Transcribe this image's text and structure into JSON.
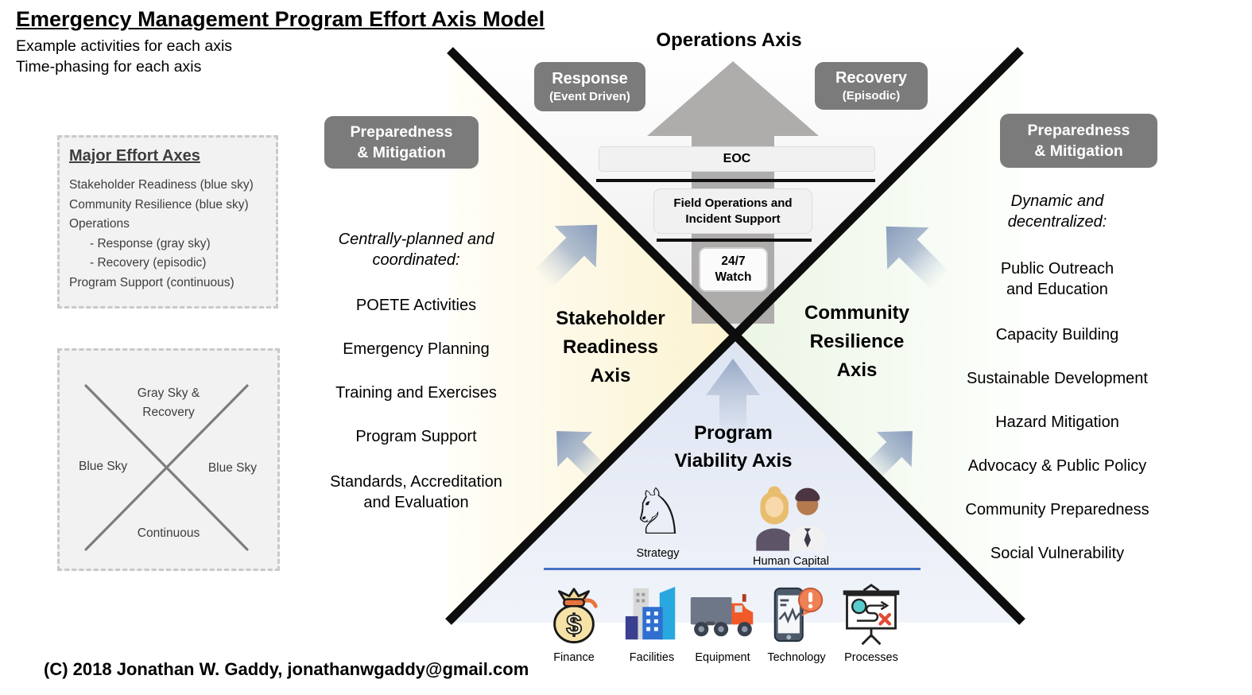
{
  "header": {
    "title": "Emergency Management Program Effort Axis Model",
    "subtitles": [
      "Example activities for each axis",
      "Time-phasing for each axis"
    ]
  },
  "major_effort_axes": {
    "title": "Major Effort Axes",
    "items": [
      "Stakeholder Readiness (blue sky)",
      "Community Resilience (blue sky)",
      "Operations",
      "- Response (gray sky)",
      "- Recovery (episodic)",
      "Program Support (continuous)"
    ]
  },
  "time_phasing": {
    "top": [
      "Gray Sky &",
      "Recovery"
    ],
    "left": "Blue Sky",
    "right": "Blue Sky",
    "bottom": "Continuous"
  },
  "operations_axis": {
    "title": "Operations Axis",
    "response_badge": {
      "title": "Response",
      "subtitle": "(Event Driven)"
    },
    "recovery_badge": {
      "title": "Recovery",
      "subtitle": "(Episodic)"
    },
    "eoc": "EOC",
    "field_operations": "Field Operations and Incident Support",
    "watch": [
      "24/7",
      "Watch"
    ]
  },
  "stakeholder_readiness_axis": {
    "badge": [
      "Preparedness",
      "& Mitigation"
    ],
    "label": [
      "Stakeholder",
      "Readiness",
      "Axis"
    ],
    "intro": "Centrally-planned and coordinated:",
    "activities": [
      "POETE Activities",
      "Emergency Planning",
      "Training and Exercises",
      "Program Support",
      "Standards, Accreditation and Evaluation"
    ]
  },
  "community_resilience_axis": {
    "badge": [
      "Preparedness",
      "& Mitigation"
    ],
    "label": [
      "Community",
      "Resilience",
      "Axis"
    ],
    "intro": "Dynamic and decentralized:",
    "activities": [
      "Public Outreach and Education",
      "Capacity Building",
      "Sustainable Development",
      "Hazard Mitigation",
      "Advocacy & Public Policy",
      "Community Preparedness",
      "Social Vulnerability"
    ]
  },
  "program_viability_axis": {
    "label": [
      "Program",
      "Viability Axis"
    ],
    "pillars": [
      {
        "icon": "chess-knight-icon",
        "glyph": "♘",
        "label": "Strategy"
      },
      {
        "icon": "people-icon",
        "label": "Human Capital"
      }
    ],
    "resources": [
      {
        "icon": "money-bag-icon",
        "glyph": "$",
        "label": "Finance"
      },
      {
        "icon": "buildings-icon",
        "label": "Facilities"
      },
      {
        "icon": "truck-icon",
        "label": "Equipment"
      },
      {
        "icon": "phone-alert-icon",
        "label": "Technology"
      },
      {
        "icon": "presentation-board-icon",
        "label": "Processes"
      }
    ]
  },
  "footer": {
    "copyright": "(C) 2018 Jonathan W. Gaddy, jonathanwgaddy@gmail.com"
  },
  "colors": {
    "badge_gray": "#7b7b7b",
    "operations_quadrant": "#c6c4c4",
    "stakeholder_quadrant": "#f5e09c",
    "community_quadrant": "#d2e8ca",
    "viability_quadrant": "#c1cee9",
    "arrow_blue_gray": "#8297b9",
    "arrow_gray": "#a8a5a5",
    "divider_blue": "#4472c4",
    "axis_line_black": "#0d0d0d"
  }
}
